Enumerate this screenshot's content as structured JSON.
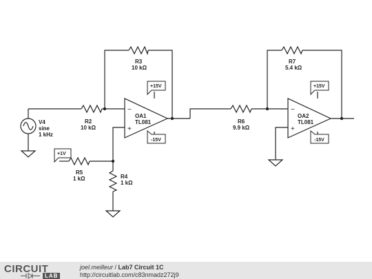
{
  "components": {
    "v4": {
      "ref": "V4",
      "type": "sine",
      "freq": "1 kHz"
    },
    "r2": {
      "ref": "R2",
      "value": "10 kΩ"
    },
    "r3": {
      "ref": "R3",
      "value": "10 kΩ"
    },
    "r4": {
      "ref": "R4",
      "value": "1 kΩ"
    },
    "r5": {
      "ref": "R5",
      "value": "1 kΩ"
    },
    "r6": {
      "ref": "R6",
      "value": "9.9 kΩ"
    },
    "r7": {
      "ref": "R7",
      "value": "5.4 kΩ"
    },
    "oa1": {
      "ref": "OA1",
      "part": "TL081",
      "vpos": "+15V",
      "vneg": "-15V"
    },
    "oa2": {
      "ref": "OA2",
      "part": "TL081",
      "vpos": "+15V",
      "vneg": "-15V"
    },
    "src_plus1v": {
      "label": "+1V"
    }
  },
  "opamp_pins": {
    "inverting": "−",
    "noninverting": "+"
  },
  "footer": {
    "logo_main": "CIRCUIT",
    "logo_sub": "LAB",
    "author": "joel.meilleur",
    "separator": " / ",
    "title": "Lab7 Circuit 1C",
    "url": "http://circuitlab.com/c83nmadz272j9"
  }
}
